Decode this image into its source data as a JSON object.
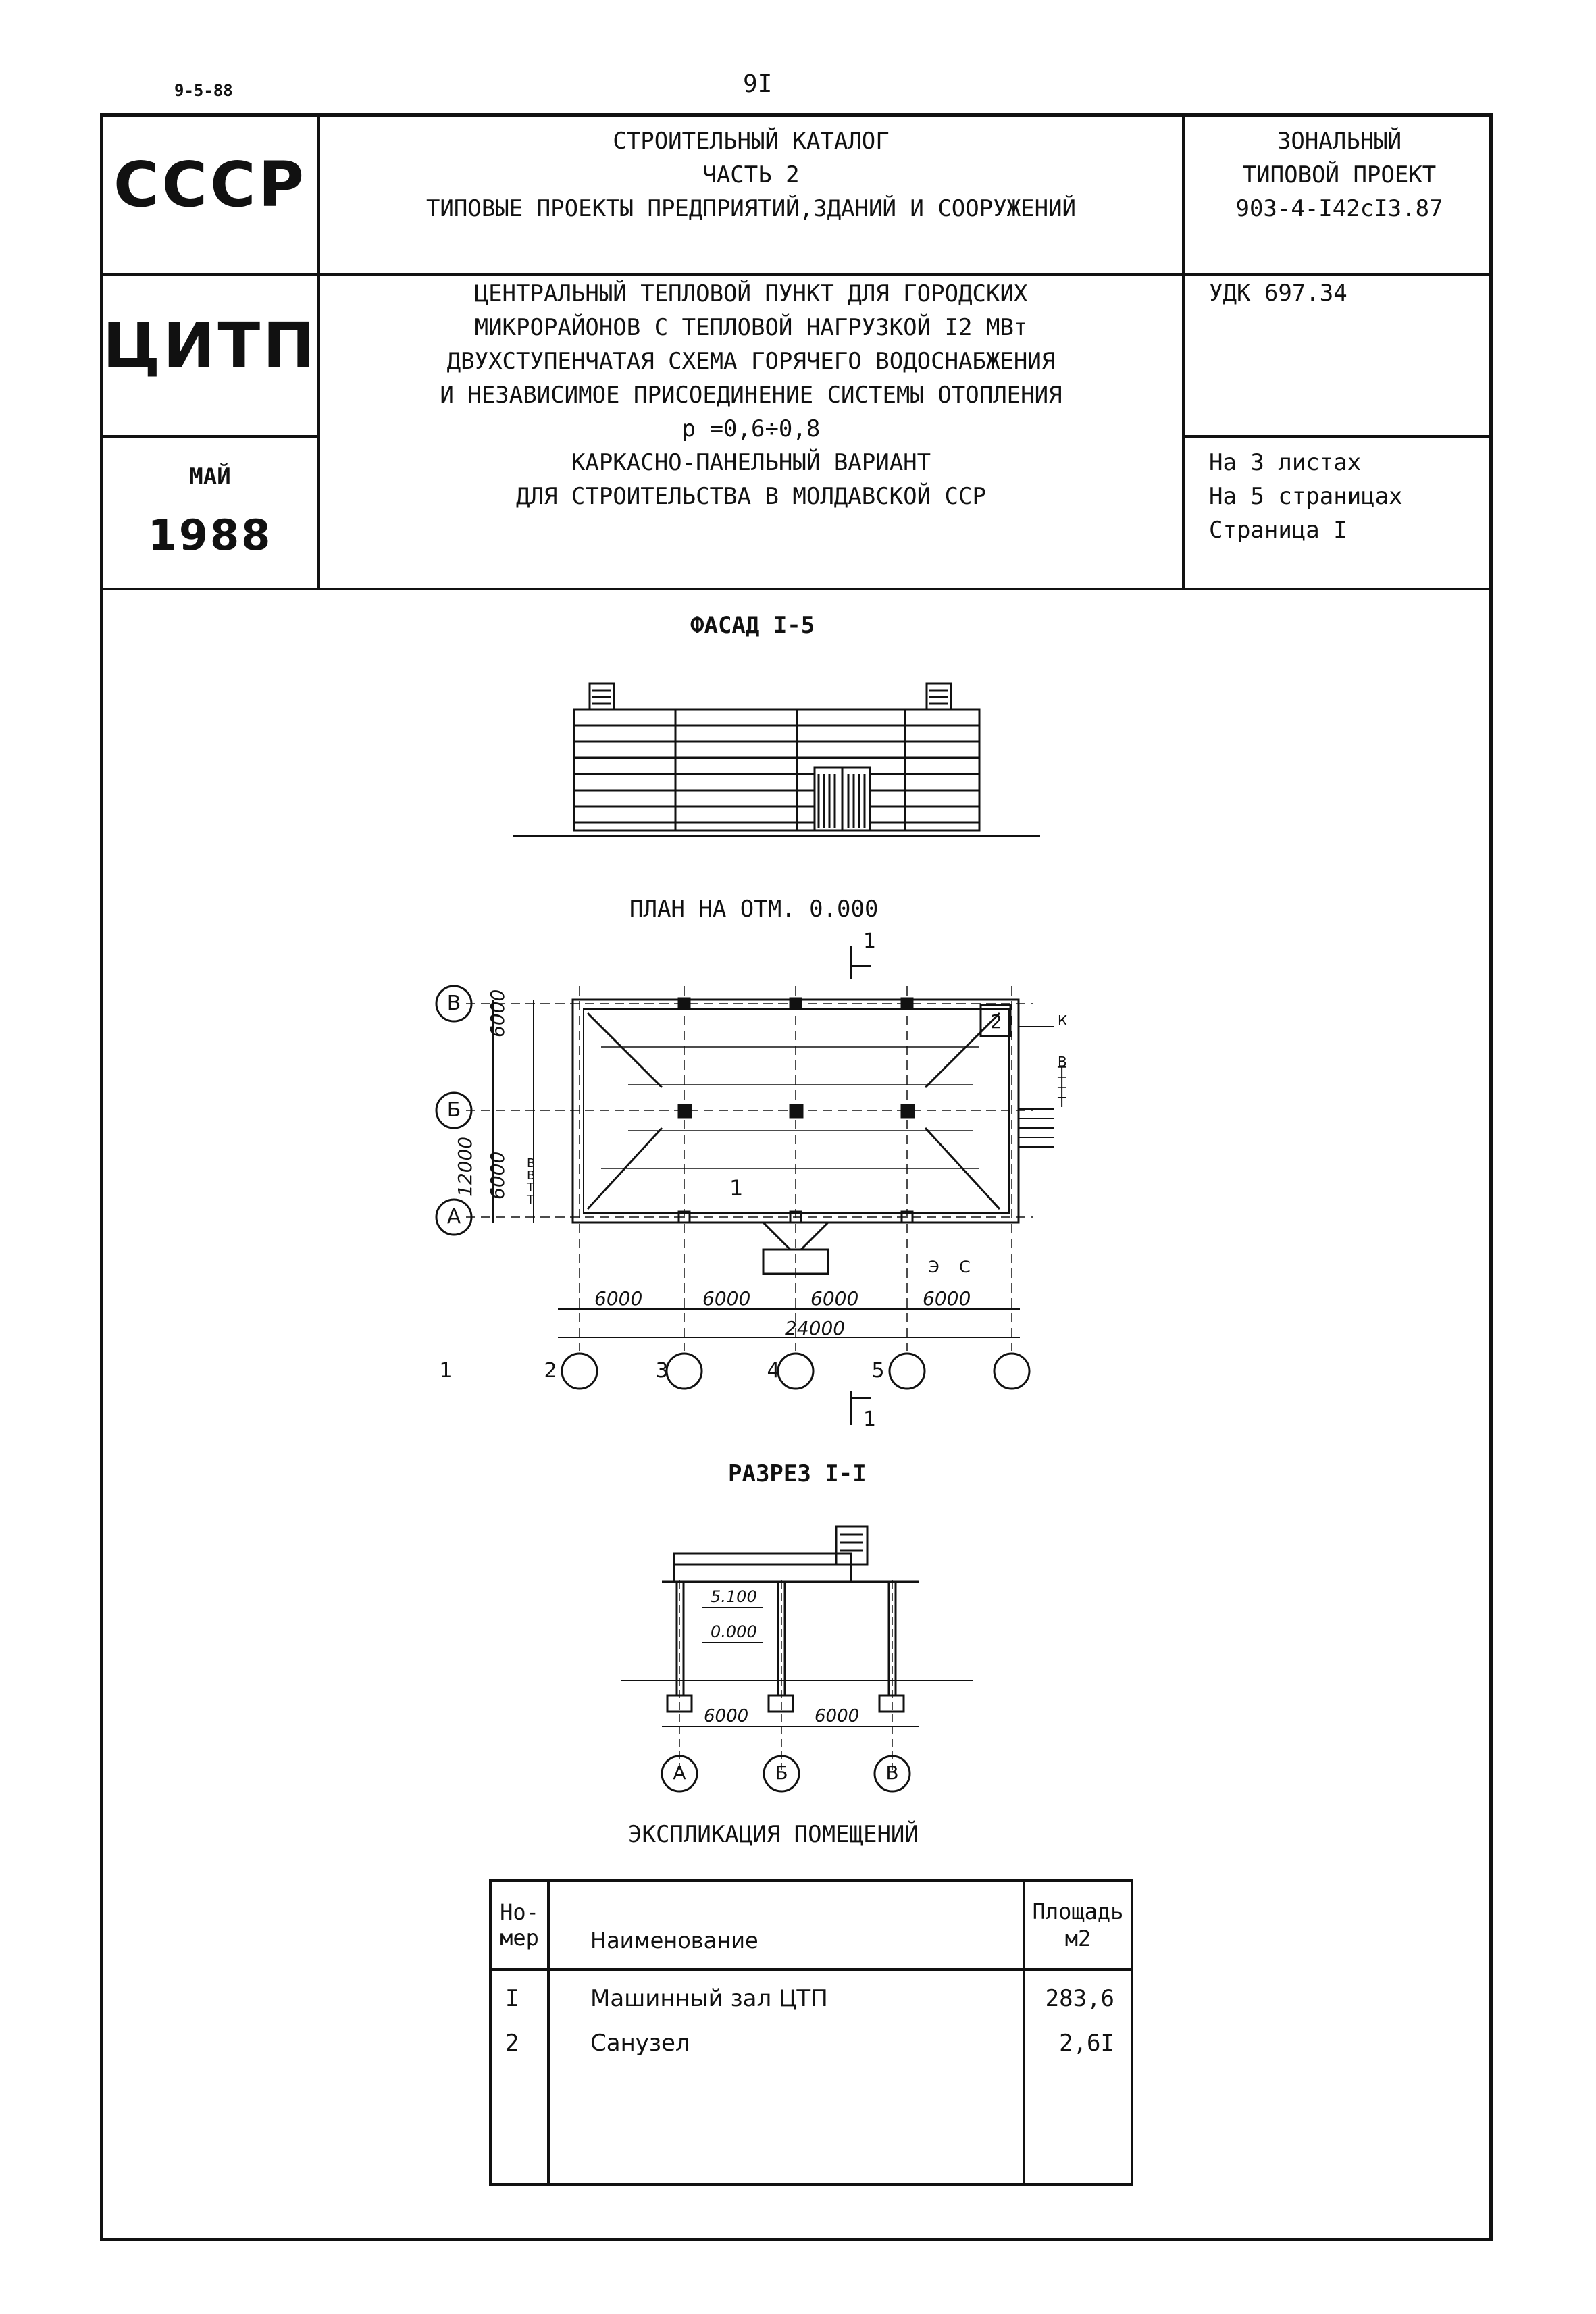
{
  "top": {
    "date": "9-5-88",
    "page_number": "9I"
  },
  "header": {
    "ussr": "СССР",
    "catalog": [
      "СТРОИТЕЛЬНЫЙ КАТАЛОГ",
      "ЧАСТЬ 2",
      "ТИПОВЫЕ ПРОЕКТЫ ПРЕДПРИЯТИЙ,ЗДАНИЙ И СООРУЖЕНИЙ"
    ],
    "project": [
      "ЗОНАЛЬНЫЙ",
      "ТИПОВОЙ ПРОЕКТ",
      "903-4-I42cI3.87"
    ],
    "org": "ЦИТП",
    "title": [
      "ЦЕНТРАЛЬНЫЙ ТЕПЛОВОЙ ПУНКТ ДЛЯ ГОРОДСКИХ",
      "МИКРОРАЙОНОВ С ТЕПЛОВОЙ НАГРУЗКОЙ I2 МВт",
      "ДВУХСТУПЕНЧАТАЯ СХЕМА ГОРЯЧЕГО ВОДОСНАБЖЕНИЯ",
      "И НЕЗАВИСИМОЕ ПРИСОЕДИНЕНИЕ СИСТЕМЫ ОТОПЛЕНИЯ",
      "р =0,6÷0,8",
      "КАРКАСНО-ПАНЕЛЬНЫЙ ВАРИАНТ",
      "ДЛЯ СТРОИТЕЛЬСТВА В МОЛДАВСКОЙ ССР"
    ],
    "udk": "УДК 697.34",
    "month": "МАЙ",
    "year": "1988",
    "sheets": [
      "На 3 листах",
      "На 5 страницах",
      "Страница I"
    ]
  },
  "drawings": {
    "facade_title": "ФАСАД I-5",
    "plan_title": "ПЛАН НА ОТМ. 0.000",
    "section_title": "РАЗРЕЗ I-I",
    "section_mark": "1",
    "plan_dims": [
      "6000",
      "6000",
      "6000",
      "6000"
    ],
    "plan_total": "24000",
    "axis_numbers": [
      "1",
      "2",
      "3",
      "4",
      "5"
    ],
    "axis_letters": [
      "В",
      "Б",
      "А"
    ],
    "side_dims": [
      "6000",
      "6000",
      "12000"
    ],
    "room_labels": [
      "1",
      "2"
    ],
    "pipe_labels_right": [
      "К",
      "В",
      "Т",
      "Т",
      "Т",
      "Т"
    ],
    "pipe_labels_left": [
      "В",
      "В",
      "Т",
      "Т"
    ],
    "entry_labels": [
      "Э",
      "С"
    ],
    "section_levels": [
      "5.100",
      "0.000"
    ],
    "section_dims": [
      "6000",
      "6000"
    ],
    "section_axes": [
      "А",
      "Б",
      "В"
    ]
  },
  "explication": {
    "title": "ЭКСПЛИКАЦИЯ ПОМЕЩЕНИЙ",
    "headers": {
      "num_1": "Но-",
      "num_2": "мер",
      "name": "Наименование",
      "area_1": "Площадь",
      "area_2": "м2"
    },
    "rows": [
      {
        "num": "I",
        "name": "Машинный зал ЦТП",
        "area": "283,6"
      },
      {
        "num": "2",
        "name": "Санузел",
        "area": "2,6I"
      }
    ]
  }
}
